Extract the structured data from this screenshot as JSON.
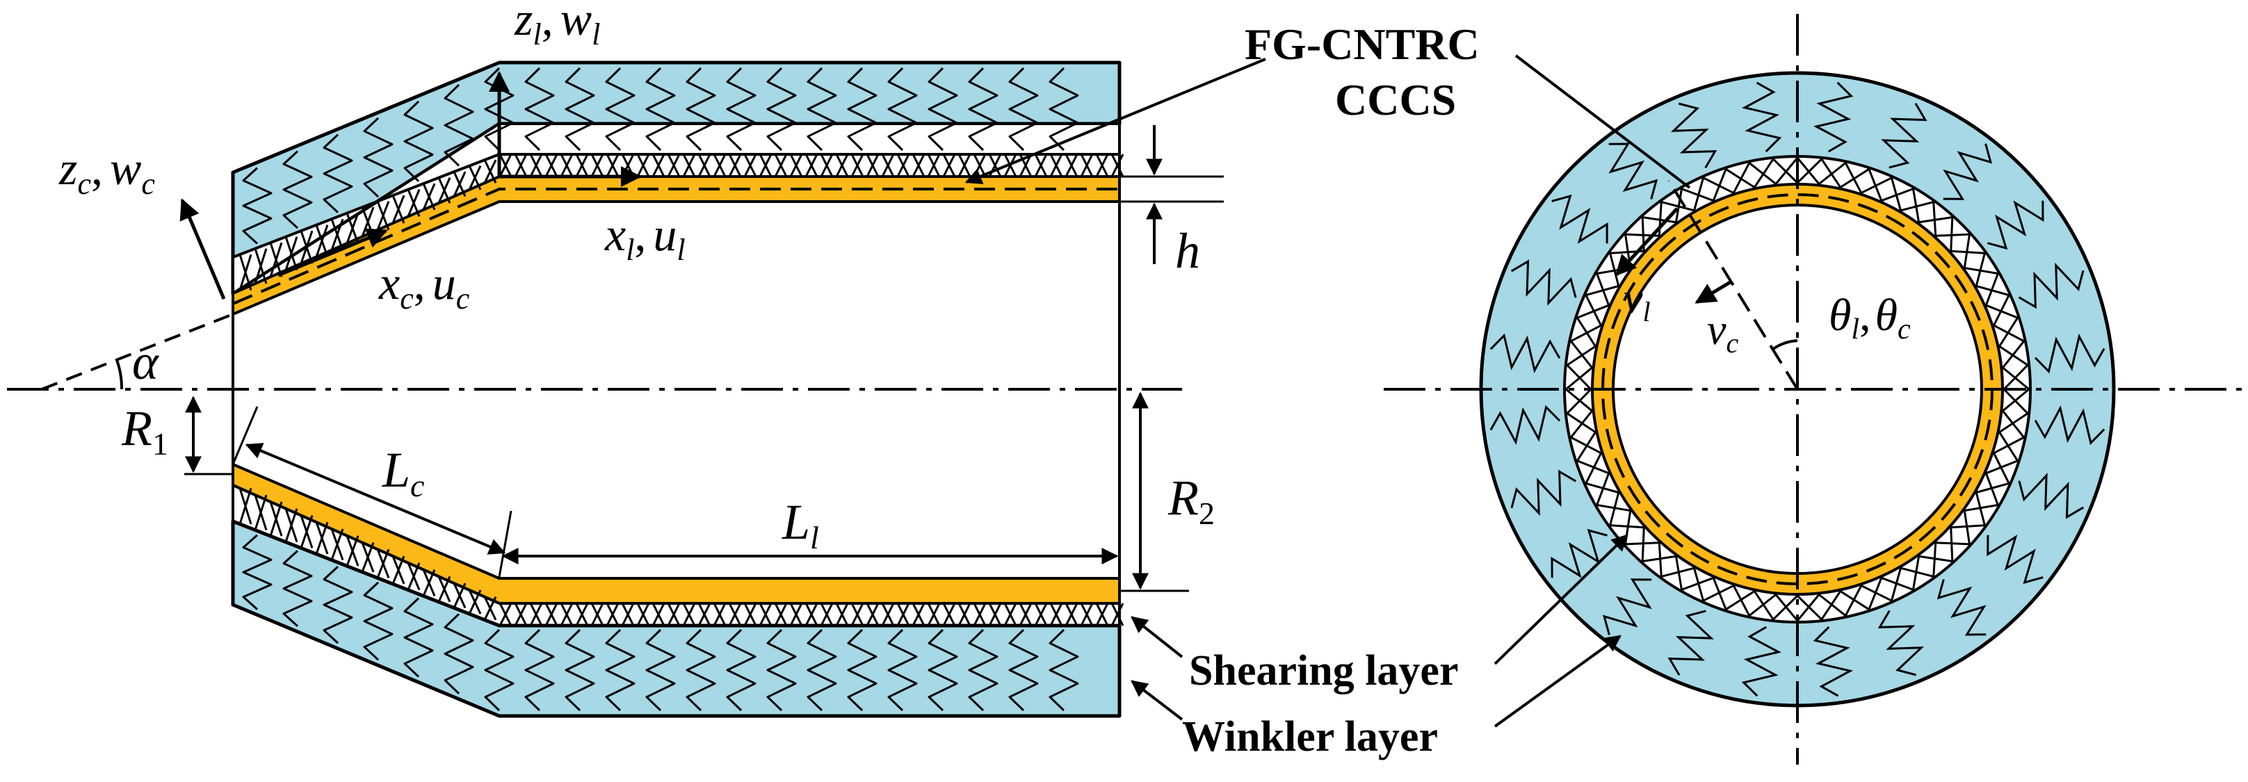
{
  "colors": {
    "winkler": "#a6d8e5",
    "shell": "#fbb816",
    "stroke": "#000000",
    "background": "#ffffff"
  },
  "labels": {
    "fg_cntrc": "FG-CNTRC",
    "cccs": "CCCS",
    "shearing_layer": "Shearing layer",
    "winkler_layer": "Winkler layer"
  },
  "symbols": {
    "z_l": "z",
    "z_l_sub": "l",
    "w_l": "w",
    "w_l_sub": "l",
    "z_c": "z",
    "z_c_sub": "c",
    "w_c": "w",
    "w_c_sub": "c",
    "x_l": "x",
    "x_l_sub": "l",
    "u_l": "u",
    "u_l_sub": "l",
    "x_c": "x",
    "x_c_sub": "c",
    "u_c": "u",
    "u_c_sub": "c",
    "h": "h",
    "alpha": "α",
    "R_1": "R",
    "R_1_sub": "1",
    "R_2": "R",
    "R_2_sub": "2",
    "L_c": "L",
    "L_c_sub": "c",
    "L_l": "L",
    "L_l_sub": "l",
    "v_l": "v",
    "v_l_sub": "l",
    "v_c": "v",
    "v_c_sub": "c",
    "theta_l": "θ",
    "theta_l_sub": "l",
    "theta_c": "θ",
    "theta_c_sub": "c",
    "comma": ","
  }
}
